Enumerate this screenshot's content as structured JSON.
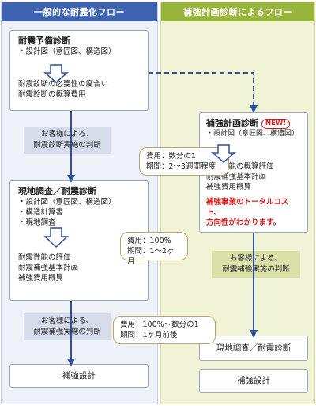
{
  "left_column": {
    "header": "一般的な耐震化フロー",
    "preliminary": {
      "title": "耐震予備診断",
      "item": "・設計図（意匠図、構造図）",
      "results": [
        "耐震診断の必要性の度合い",
        "耐震診断の概算費用"
      ]
    },
    "decision1": [
      "お客様による、",
      "耐震診断実施の判断"
    ],
    "survey": {
      "title": "現地調査／耐震診断",
      "items": [
        "・設計図（意匠図、構造図）",
        "・構造計算書",
        "・現地調査"
      ],
      "results": [
        "耐震性能の評価",
        "耐震補強基本計画",
        "補強費用概算"
      ]
    },
    "decision2": [
      "お客様による、",
      "耐震補強実施の判断"
    ],
    "final": "補強設計"
  },
  "right_column": {
    "header": "補強計画診断によるフロー",
    "plan": {
      "title": "補強計画診断",
      "badge": "NEW!",
      "item": "・設計図（意匠図、構造図）",
      "results": [
        "耐震性能の概算評価",
        "耐震補強基本計画",
        "補強費用概算"
      ],
      "highlight": [
        "補強事業のトータルコスト、",
        "方向性がわかります。"
      ]
    },
    "decision": [
      "お客様による、",
      "耐震補強実施の判断"
    ],
    "survey": "現地調査／耐震診断",
    "final": "補強設計"
  },
  "callouts": {
    "c1": [
      "費用：数分の1",
      "期間：2～3週間程度"
    ],
    "c2": [
      "費用：100%",
      "期間：1～2ヶ月"
    ],
    "c3": [
      "費用：100%～数分の1",
      "期間：1ヶ月前後"
    ]
  },
  "colors": {
    "left_header": "#3e63b0",
    "right_header": "#98b43a",
    "arrow_blue": "#2e4f9e",
    "highlight_red": "#d41c1c"
  }
}
